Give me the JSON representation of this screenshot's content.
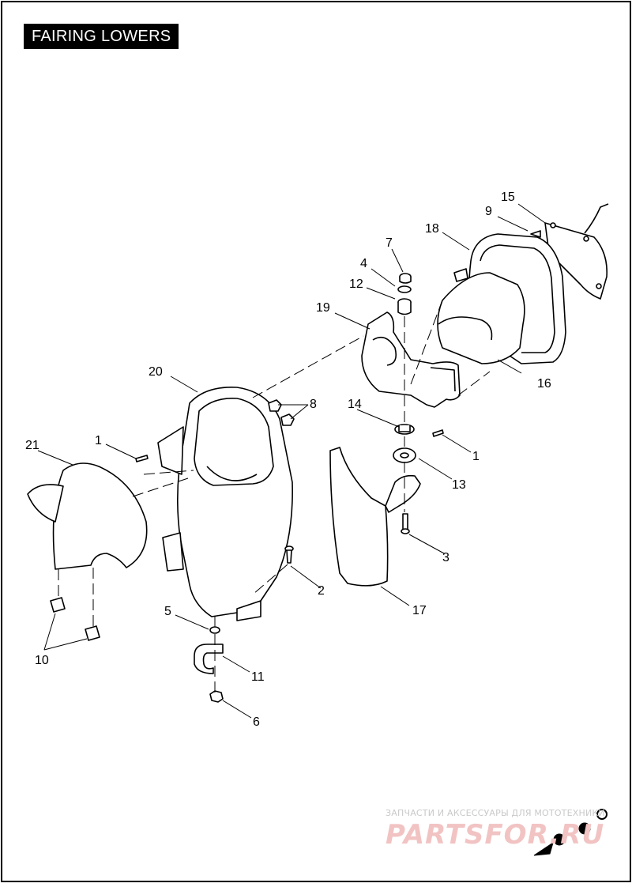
{
  "title": "FAIRING LOWERS",
  "callouts": [
    {
      "id": "c15",
      "label": "15"
    },
    {
      "id": "c9",
      "label": "9"
    },
    {
      "id": "c18",
      "label": "18"
    },
    {
      "id": "c7",
      "label": "7"
    },
    {
      "id": "c4",
      "label": "4"
    },
    {
      "id": "c12",
      "label": "12"
    },
    {
      "id": "c19",
      "label": "19"
    },
    {
      "id": "c16",
      "label": "16"
    },
    {
      "id": "c20",
      "label": "20"
    },
    {
      "id": "c8",
      "label": "8"
    },
    {
      "id": "c14",
      "label": "14"
    },
    {
      "id": "c1a",
      "label": "1"
    },
    {
      "id": "c1b",
      "label": "1"
    },
    {
      "id": "c21",
      "label": "21"
    },
    {
      "id": "c13",
      "label": "13"
    },
    {
      "id": "c3",
      "label": "3"
    },
    {
      "id": "c2",
      "label": "2"
    },
    {
      "id": "c17",
      "label": "17"
    },
    {
      "id": "c5",
      "label": "5"
    },
    {
      "id": "c10",
      "label": "10"
    },
    {
      "id": "c11",
      "label": "11"
    },
    {
      "id": "c6",
      "label": "6"
    }
  ],
  "watermark": {
    "tagline": "ЗАПЧАСТИ И АКСЕССУАРЫ ДЛЯ МОТОТЕХНИКИ",
    "logo": "PARTSFOR.RU"
  }
}
